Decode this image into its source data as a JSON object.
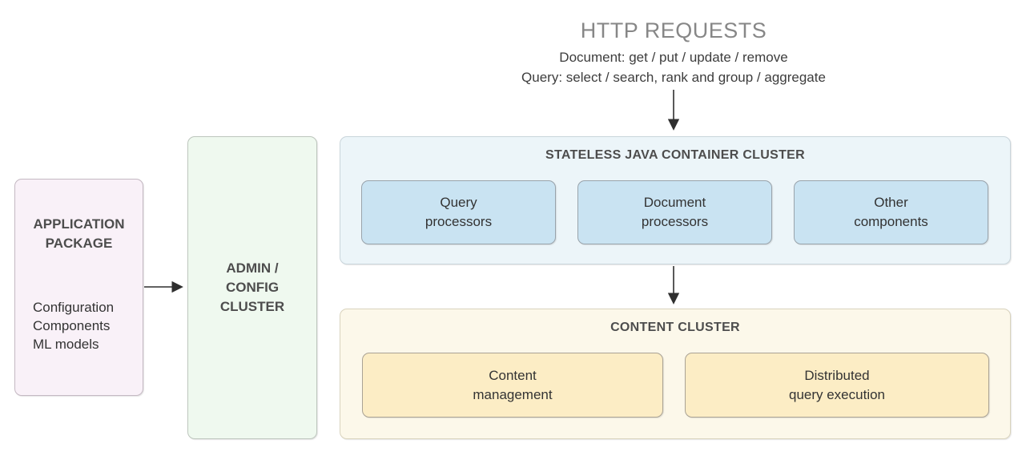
{
  "header": {
    "title": "HTTP REQUESTS",
    "subtitle_line1": "Document: get / put / update / remove",
    "subtitle_line2": "Query: select / search, rank and group / aggregate"
  },
  "application_package": {
    "title": "APPLICATION PACKAGE",
    "items": [
      "Configuration",
      "Components",
      "ML models"
    ]
  },
  "admin_cluster": {
    "title": "ADMIN / CONFIG CLUSTER"
  },
  "stateless_cluster": {
    "title": "STATELESS JAVA CONTAINER CLUSTER",
    "components": [
      {
        "line1": "Query",
        "line2": "processors"
      },
      {
        "line1": "Document",
        "line2": "processors"
      },
      {
        "line1": "Other",
        "line2": "components"
      }
    ]
  },
  "content_cluster": {
    "title": "CONTENT CLUSTER",
    "components": [
      {
        "line1": "Content",
        "line2": "management"
      },
      {
        "line1": "Distributed",
        "line2": "query execution"
      }
    ]
  },
  "arrows": [
    {
      "name": "http-to-container",
      "from": "HTTP REQUESTS",
      "to": "STATELESS JAVA CONTAINER CLUSTER"
    },
    {
      "name": "container-to-content",
      "from": "STATELESS JAVA CONTAINER CLUSTER",
      "to": "CONTENT CLUSTER"
    },
    {
      "name": "package-to-admin",
      "from": "APPLICATION PACKAGE",
      "to": "ADMIN / CONFIG CLUSTER"
    }
  ],
  "colors": {
    "app-bg": "#f9f1f8",
    "app-border": "#c4b8c2",
    "admin-bg": "#eff9ef",
    "admin-border": "#bdc6bd",
    "stateless-bg": "#ecf5f9",
    "stateless-border": "#c9d5db",
    "container-box-bg": "#c9e3f2",
    "container-box-border": "#99a3ab",
    "content-bg": "#fcf8ea",
    "content-border": "#d9d3bd",
    "content-box-bg": "#fcedc5",
    "content-box-border": "#a9a294",
    "title-color": "#4d4d4d",
    "text-color": "#333333",
    "header-title-color": "#878787",
    "header-sub-color": "#3d3d3d",
    "arrow-color": "#2f2f2f"
  }
}
